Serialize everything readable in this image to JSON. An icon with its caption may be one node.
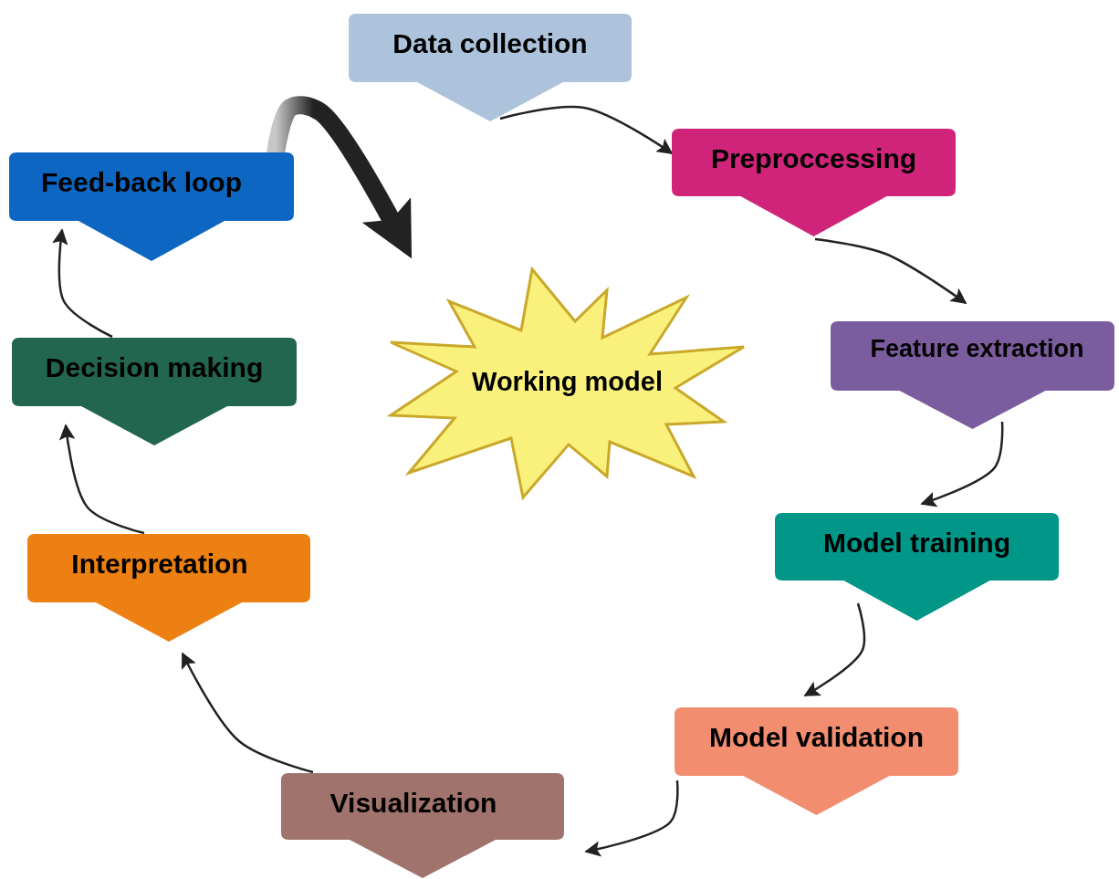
{
  "diagram": {
    "nodes": [
      {
        "text": [
          "Data collection"
        ]
      },
      {
        "text": [
          "Preproccessing"
        ]
      },
      {
        "text": [
          "Feature extraction"
        ]
      },
      {
        "text": [
          "Model training"
        ]
      },
      {
        "text": [
          "Model validation"
        ]
      },
      {
        "text": [
          "Visualization"
        ]
      },
      {
        "text": [
          "Interpretation"
        ]
      },
      {
        "text": [
          "Decision making"
        ]
      },
      {
        "text": [
          "Feed-back loop"
        ]
      },
      {
        "text": [
          "Working model"
        ]
      }
    ],
    "edges": [
      {
        "from": 0,
        "to": 1,
        "arrow": "to"
      },
      {
        "from": 1,
        "to": 2,
        "arrow": "to"
      },
      {
        "from": 2,
        "to": 3,
        "arrow": "to"
      },
      {
        "from": 3,
        "to": 4,
        "arrow": "to"
      },
      {
        "from": 4,
        "to": 5,
        "arrow": "to"
      },
      {
        "from": 5,
        "to": 6,
        "arrow": "to"
      },
      {
        "from": 6,
        "to": 7,
        "arrow": "to"
      },
      {
        "from": 7,
        "to": 8,
        "arrow": "to"
      },
      {
        "from": 8,
        "to": 9,
        "arrow": "to",
        "style": "thick"
      }
    ]
  }
}
